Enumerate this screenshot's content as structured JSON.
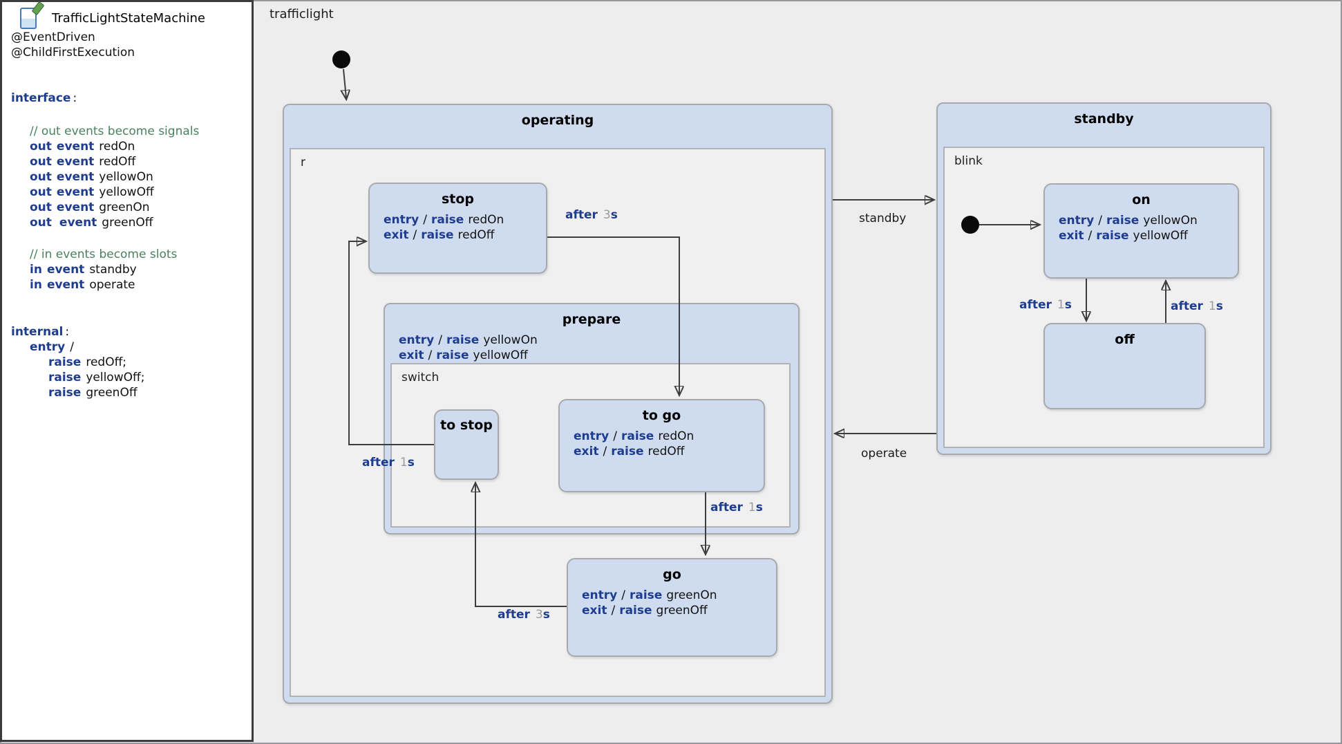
{
  "colors": {
    "state_fill": "#cfdcf0",
    "state_border": "#a7a9ad",
    "region_fill": "#f0f0f1",
    "canvas_background": "#ededee",
    "keyword_blue": "#1e3d8f",
    "comment_green": "#4a8160",
    "number_gray": "#9b9b9b",
    "transition_line": "#3d3d3f"
  },
  "kw": {
    "interface": "interface",
    "internal": "internal",
    "out": "out",
    "in": "in",
    "event": "event",
    "entry": "entry",
    "exit": "exit",
    "raise": "raise",
    "after": "after",
    "colon": ":",
    "slash": "/"
  },
  "panel": {
    "title": "TrafficLightStateMachine",
    "annotation_1": "@EventDriven",
    "annotation_2": "@ChildFirstExecution",
    "comment_out": "// out events  become signals",
    "comment_in": "// in events become slots",
    "out_events": [
      "redOn",
      "redOff",
      "yellowOn",
      "yellowOff",
      "greenOn",
      "greenOff"
    ],
    "in_events": [
      "standby",
      "operate"
    ],
    "internal_raises": [
      "redOff;",
      "yellowOff;",
      "greenOff"
    ]
  },
  "diagram": {
    "root_region": "trafficlight",
    "states": {
      "operating": {
        "title": "operating",
        "region": "r"
      },
      "stop": {
        "title": "stop",
        "entry_action": "redOn",
        "exit_action": "redOff"
      },
      "prepare": {
        "title": "prepare",
        "entry_action": "yellowOn",
        "exit_action": "yellowOff",
        "region": "switch"
      },
      "to_stop": {
        "title": "to stop"
      },
      "to_go": {
        "title": "to go",
        "entry_action": "redOn",
        "exit_action": "redOff"
      },
      "go": {
        "title": "go",
        "entry_action": "greenOn",
        "exit_action": "greenOff"
      },
      "standby": {
        "title": "standby",
        "region": "blink"
      },
      "on": {
        "title": "on",
        "entry_action": "yellowOn",
        "exit_action": "yellowOff"
      },
      "off": {
        "title": "off"
      }
    },
    "transitions": {
      "operating_to_standby": {
        "label": "standby"
      },
      "standby_to_operating": {
        "label": "operate"
      },
      "stop_to_togo": {
        "value": "3",
        "unit": "s"
      },
      "togo_to_go": {
        "value": "1",
        "unit": "s"
      },
      "go_to_tostop": {
        "value": "3",
        "unit": "s"
      },
      "tostop_to_stop": {
        "value": "1",
        "unit": "s"
      },
      "on_to_off": {
        "value": "1",
        "unit": "s"
      },
      "off_to_on": {
        "value": "1",
        "unit": "s"
      }
    }
  }
}
